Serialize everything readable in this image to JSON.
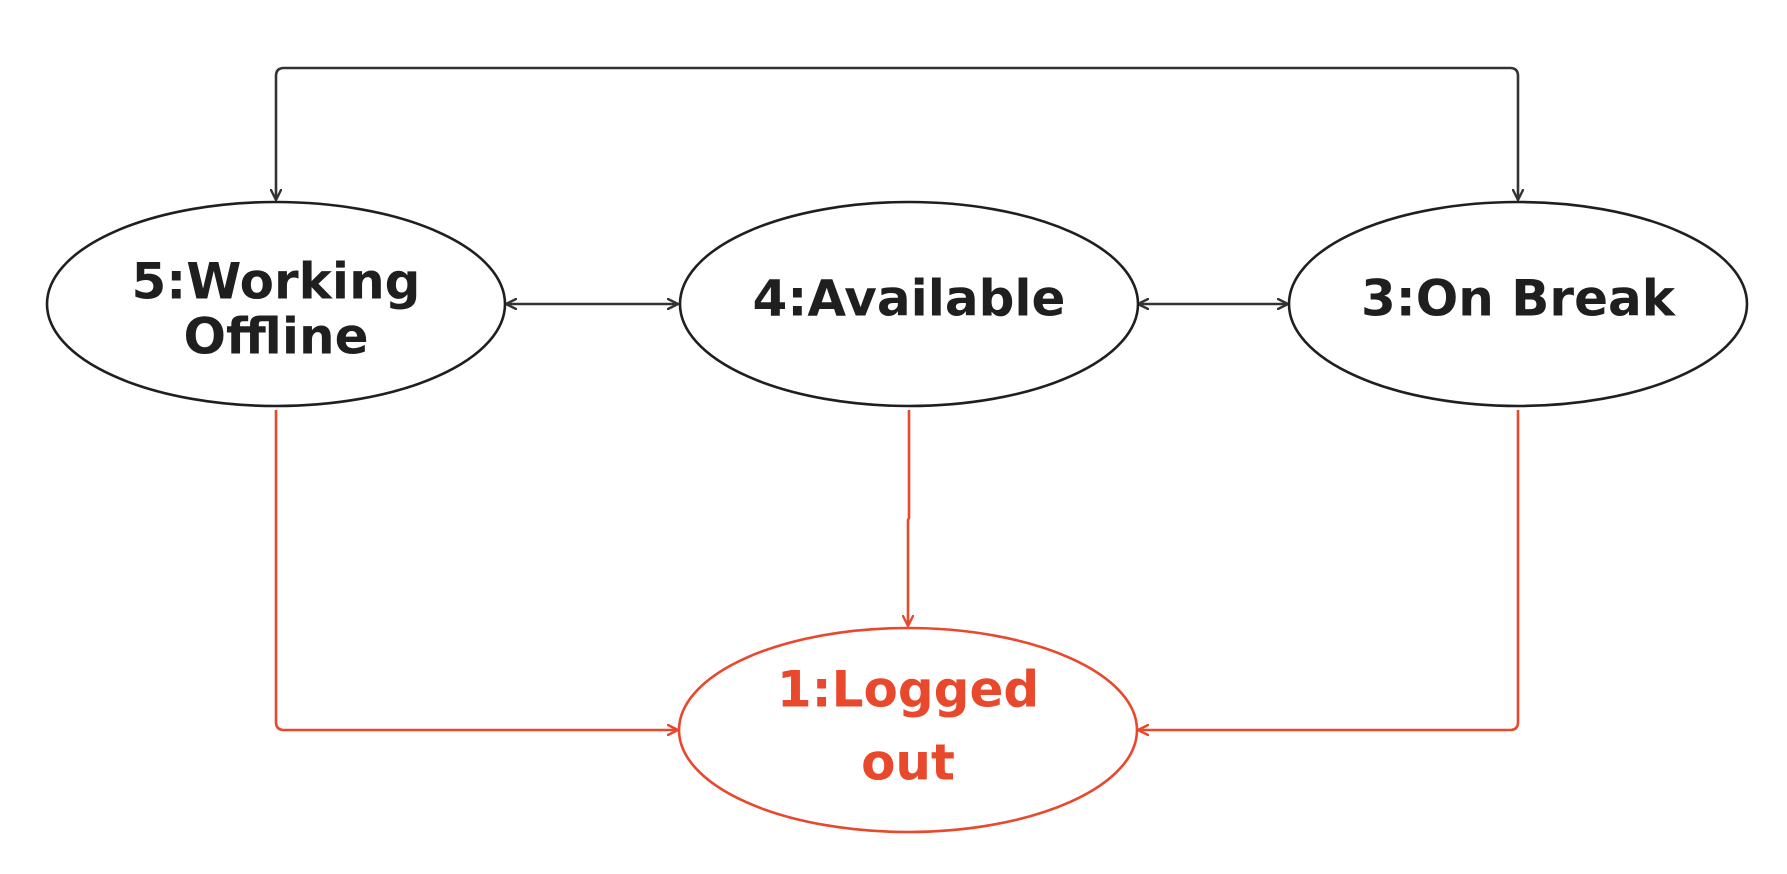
{
  "colors": {
    "default": "#333333",
    "default_text": "#1f1f1f",
    "logout": "#e8482c",
    "background": "#ffffff"
  },
  "states": {
    "working_offline": {
      "line1": "5:Working",
      "line2": "Offline"
    },
    "available": {
      "line1": "4:Available"
    },
    "on_break": {
      "line1": "3:On Break"
    },
    "logged_out": {
      "line1": "1:Logged",
      "line2": "out"
    }
  }
}
